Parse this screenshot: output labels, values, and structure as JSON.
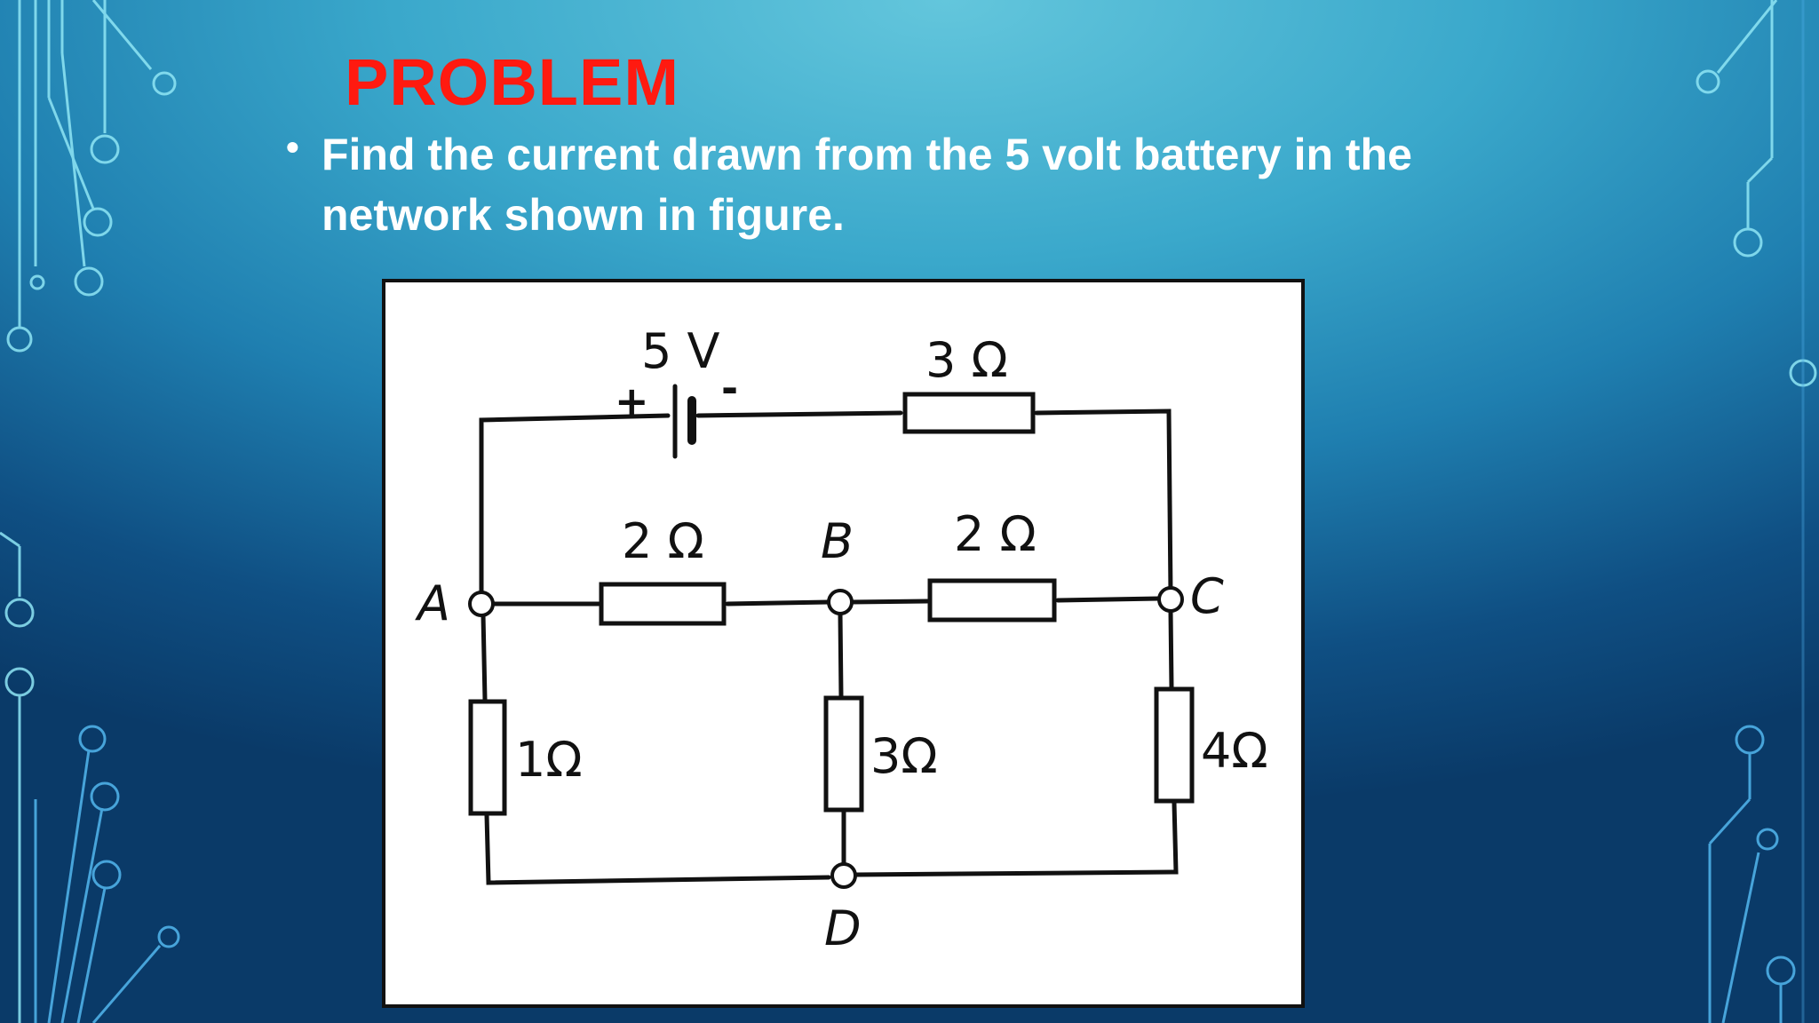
{
  "slide": {
    "title": "PROBLEM",
    "bullet": "Find the current drawn from the 5 volt battery in the network shown in figure."
  },
  "circuit": {
    "battery_label": "5 V",
    "battery_plus": "+",
    "battery_minus": "-",
    "top_resistor": "3 Ω",
    "ab_resistor": "2 Ω",
    "bc_resistor": "2 Ω",
    "ad_resistor": "1Ω",
    "bd_resistor": "3Ω",
    "cd_resistor": "4Ω",
    "node_a": "A",
    "node_b": "B",
    "node_c": "C",
    "node_d": "D"
  },
  "colors": {
    "title": "#ff1a10",
    "text": "#ffffff",
    "line": "#111111"
  }
}
